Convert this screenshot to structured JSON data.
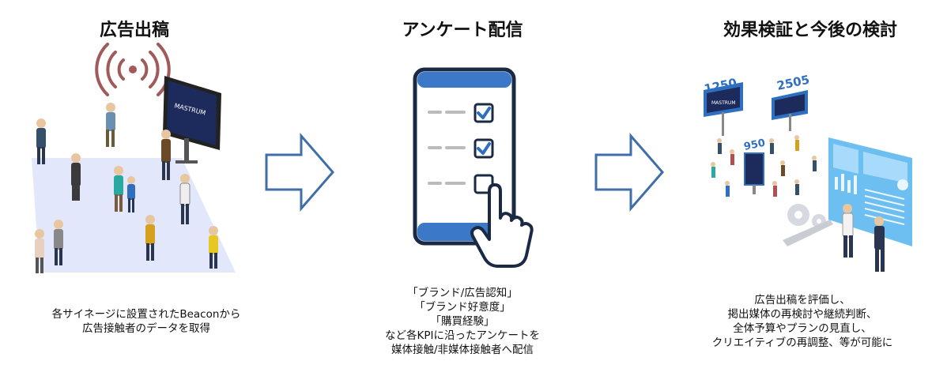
{
  "steps": [
    {
      "title": "広告出稿",
      "desc": [
        "各サイネージに設置されたBeaconから",
        "広告接触者のデータを取得"
      ],
      "signage_logo": "MASTRUM"
    },
    {
      "title": "アンケート配信",
      "desc": [
        "「ブランド/広告認知」",
        "「ブランド好意度」",
        "「購買経験」",
        "など各KPIに沿ったアンケートを",
        "媒体接触/非媒体接触者へ配信"
      ]
    },
    {
      "title": "効果検証と今後の検討",
      "desc": [
        "広告出稿を評価し、",
        "掲出媒体の再検討や継続判断、",
        "全体予算やプランの見直し、",
        "クリエイティブの再調整、等が可能に"
      ],
      "counters": [
        "1250",
        "2505",
        "950"
      ],
      "signage_logo": "MASTRUM"
    }
  ],
  "colors": {
    "beacon": "#a05a5a",
    "arrow": "#3f6fa8",
    "phone": "#3b78c8",
    "check": "#2f6fc0",
    "coverage": "#dfe4fb",
    "dashboard": "#55b4ee"
  }
}
